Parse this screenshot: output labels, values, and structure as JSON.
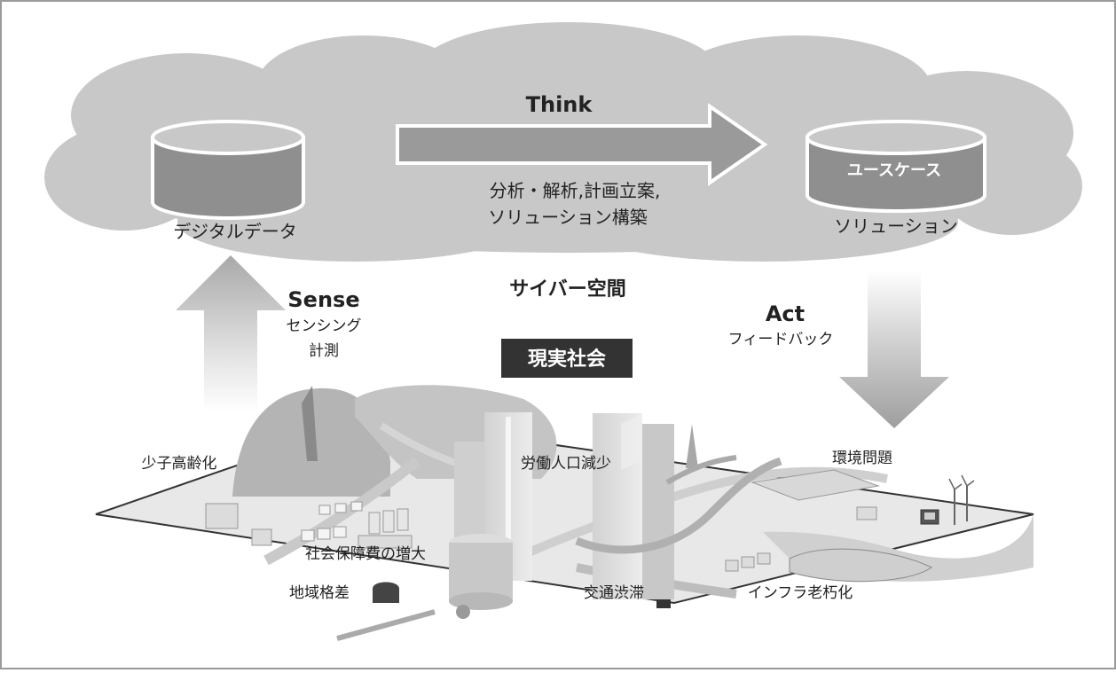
{
  "cloud": {
    "left_db_label": "デジタルデータ",
    "think_title": "Think",
    "think_desc_line1": "分析・解析,計画立案,",
    "think_desc_line2": "ソリューション構築",
    "right_db_inner": "ユースケース",
    "right_db_label": "ソリューション"
  },
  "sense": {
    "title": "Sense",
    "line1": "センシング",
    "line2": "計測"
  },
  "act": {
    "title": "Act",
    "line1": "フィードバック"
  },
  "cyber_space": "サイバー空間",
  "real_society": "現実社会",
  "issues": {
    "aging": "少子高齢化",
    "labor": "労働人口減少",
    "environment": "環境問題",
    "social_security": "社会保障費の増大",
    "regional_gap": "地域格差",
    "traffic": "交通渋滞",
    "infrastructure": "インフラ老朽化"
  },
  "colors": {
    "cloud": "#c8c8c8",
    "db_fill": "#8f8f8f",
    "arrow": "#9a9a9a",
    "badge": "#333333",
    "frame": "#9a9a9a"
  }
}
